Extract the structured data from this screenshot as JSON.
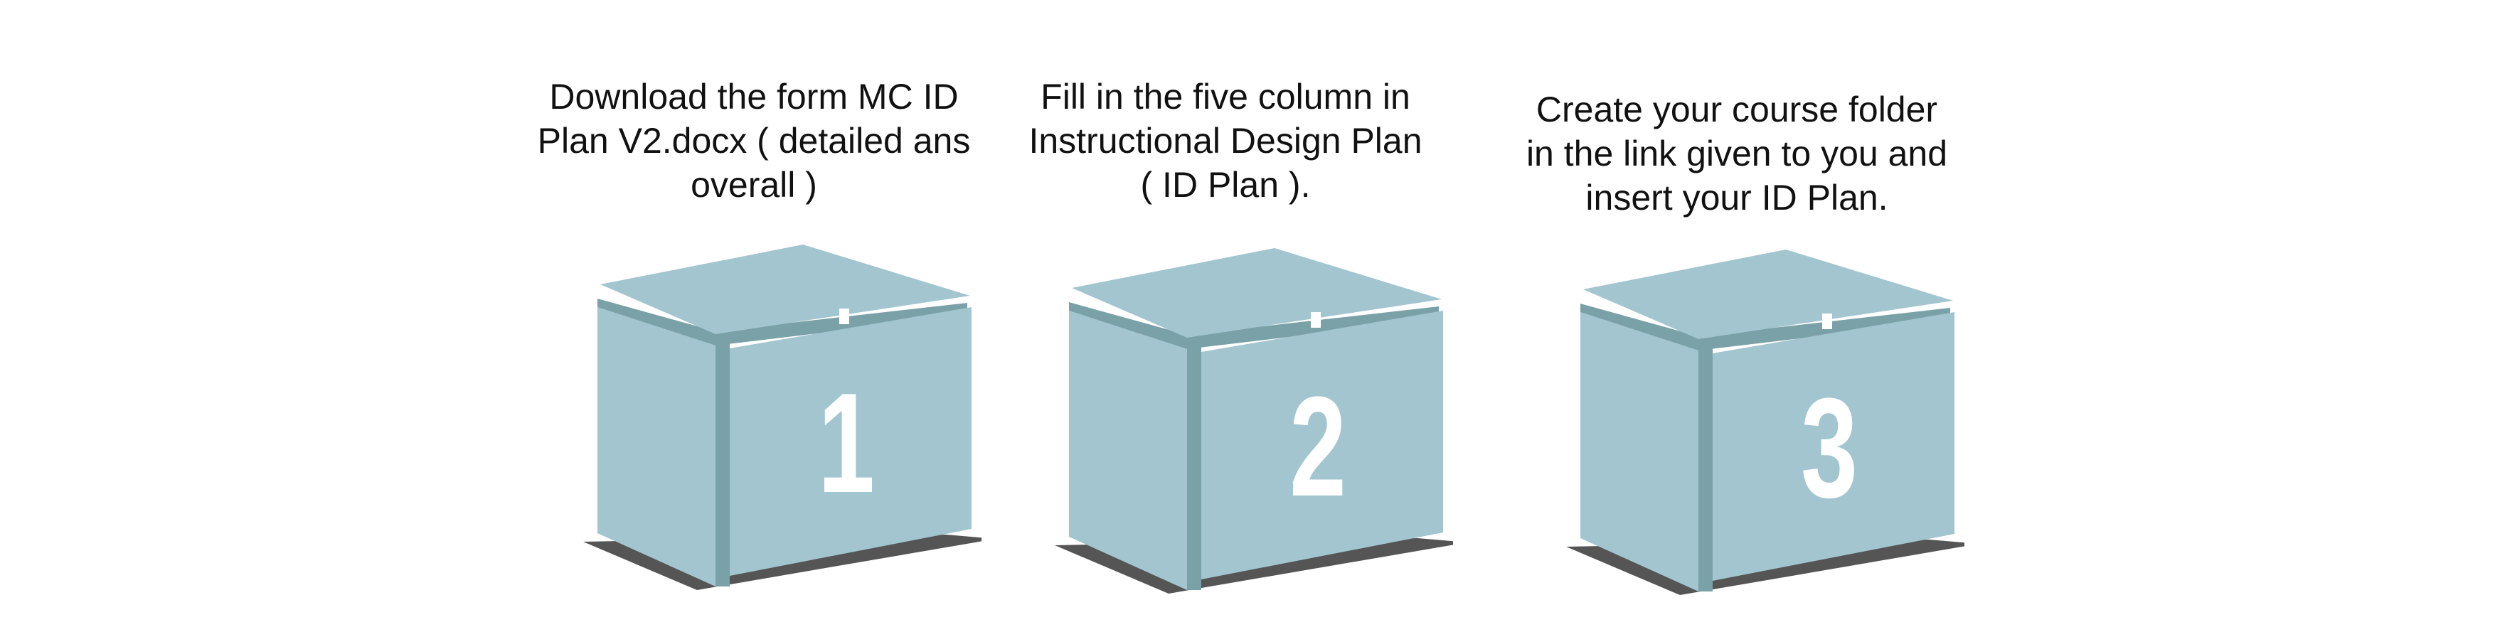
{
  "colors": {
    "box_face": "#a2c5cf",
    "box_edge": "#7ba1a8",
    "shadow": "#555555",
    "number": "#ffffff",
    "text": "#111111"
  },
  "steps": [
    {
      "number": "1",
      "text": "Download the form  MC ID\nPlan V2.docx ( detailed ans\noverall )"
    },
    {
      "number": "2",
      "text": "Fill in the five column in\nInstructional Design Plan\n( ID Plan )."
    },
    {
      "number": "3",
      "text": "Create your course folder\nin the link given to you and\ninsert your ID Plan."
    }
  ]
}
